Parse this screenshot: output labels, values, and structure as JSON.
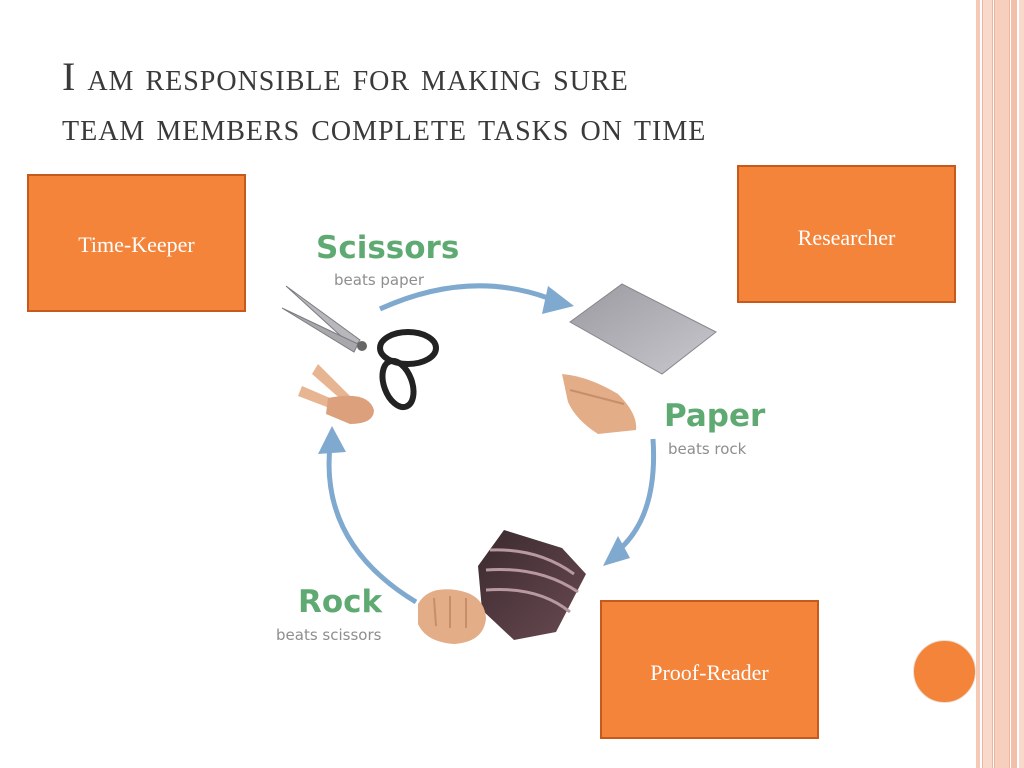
{
  "slide": {
    "title_line1": "I am responsible for making sure",
    "title_line2": "team members complete tasks on time"
  },
  "roles": {
    "time_keeper": "Time-Keeper",
    "researcher": "Researcher",
    "proof_reader": "Proof-Reader"
  },
  "diagram": {
    "scissors_title": "Scissors",
    "scissors_sub": "beats paper",
    "paper_title": "Paper",
    "paper_sub": "beats rock",
    "rock_title": "Rock",
    "rock_sub": "beats scissors"
  },
  "colors": {
    "accent": "#f4843a",
    "accent_border": "#c55a1c",
    "label_green": "#5faa72",
    "label_grey": "#8e8e8e",
    "arrow_blue": "#7fa9cf"
  }
}
